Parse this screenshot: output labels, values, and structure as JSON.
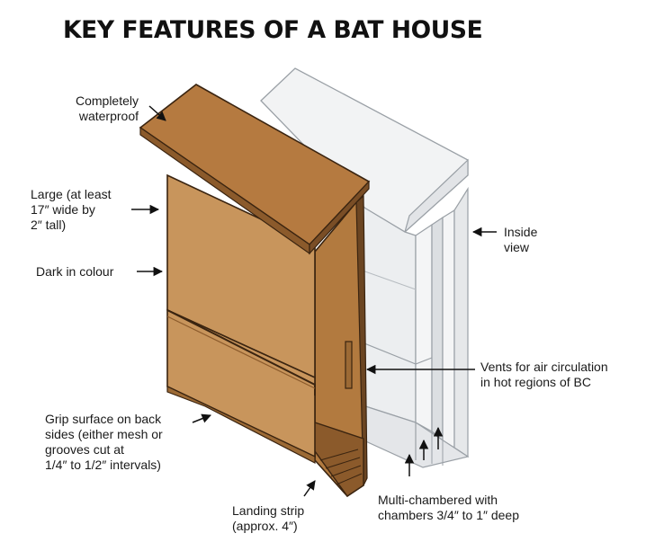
{
  "title": "KEY FEATURES OF A BAT HOUSE",
  "labels": {
    "waterproof": "Completely\nwaterproof",
    "large": "Large (at least\n17″ wide by\n2″ tall)",
    "dark": "Dark in colour",
    "inside_view": "Inside\nview",
    "vents": "Vents for air circulation\nin hot regions of BC",
    "grip": "Grip surface on back\nsides (either mesh or\ngrooves cut at\n1/4″ to 1/2″ intervals)",
    "landing": "Landing strip\n(approx. 4″)",
    "chambers": "Multi-chambered with\nchambers 3/4″ to 1″ deep"
  },
  "colors": {
    "wood_front": "#c8955c",
    "wood_side": "#b27a3f",
    "wood_roof": "#b57a40",
    "wood_dark": "#6b4522",
    "outline": "#3a2410",
    "inside_fill": "#eceef0",
    "inside_shade": "#dcdfe2",
    "inside_edge": "#9aa0a6"
  }
}
